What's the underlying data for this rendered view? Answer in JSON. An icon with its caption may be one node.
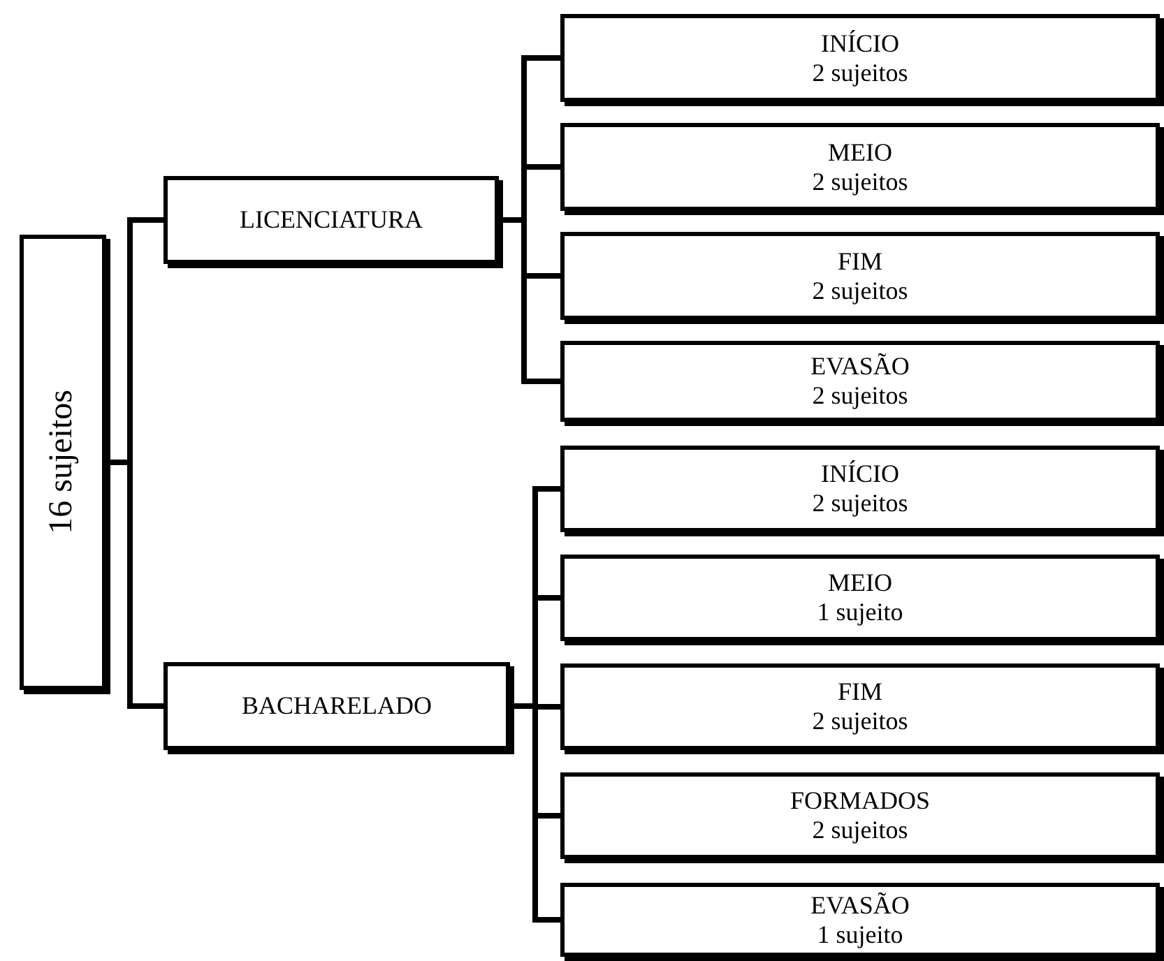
{
  "diagram": {
    "nodes": [
      {
        "text": [
          "16 sujeitos"
        ]
      },
      {
        "text": [
          "LICENCIATURA"
        ]
      },
      {
        "text": [
          "INÍCIO",
          "2 sujeitos"
        ]
      },
      {
        "text": [
          "MEIO",
          "2 sujeitos"
        ]
      },
      {
        "text": [
          "FIM",
          "2 sujeitos"
        ]
      },
      {
        "text": [
          "EVASÃO",
          "2 sujeitos"
        ]
      },
      {
        "text": [
          "BACHARELADO"
        ]
      },
      {
        "text": [
          "INÍCIO",
          "2 sujeitos"
        ]
      },
      {
        "text": [
          "MEIO",
          "1 sujeito"
        ]
      },
      {
        "text": [
          "FIM",
          "2 sujeitos"
        ]
      },
      {
        "text": [
          "FORMADOS",
          "2 sujeitos"
        ]
      },
      {
        "text": [
          "EVASÃO",
          "1 sujeito"
        ]
      }
    ],
    "edges": [
      {
        "from": 0,
        "to": 1,
        "arrow": "none"
      },
      {
        "from": 0,
        "to": 6,
        "arrow": "none"
      },
      {
        "from": 1,
        "to": 2,
        "arrow": "none"
      },
      {
        "from": 1,
        "to": 3,
        "arrow": "none"
      },
      {
        "from": 1,
        "to": 4,
        "arrow": "none"
      },
      {
        "from": 1,
        "to": 5,
        "arrow": "none"
      },
      {
        "from": 6,
        "to": 7,
        "arrow": "none"
      },
      {
        "from": 6,
        "to": 8,
        "arrow": "none"
      },
      {
        "from": 6,
        "to": 9,
        "arrow": "none"
      },
      {
        "from": 6,
        "to": 10,
        "arrow": "none"
      },
      {
        "from": 6,
        "to": 11,
        "arrow": "none"
      }
    ]
  }
}
